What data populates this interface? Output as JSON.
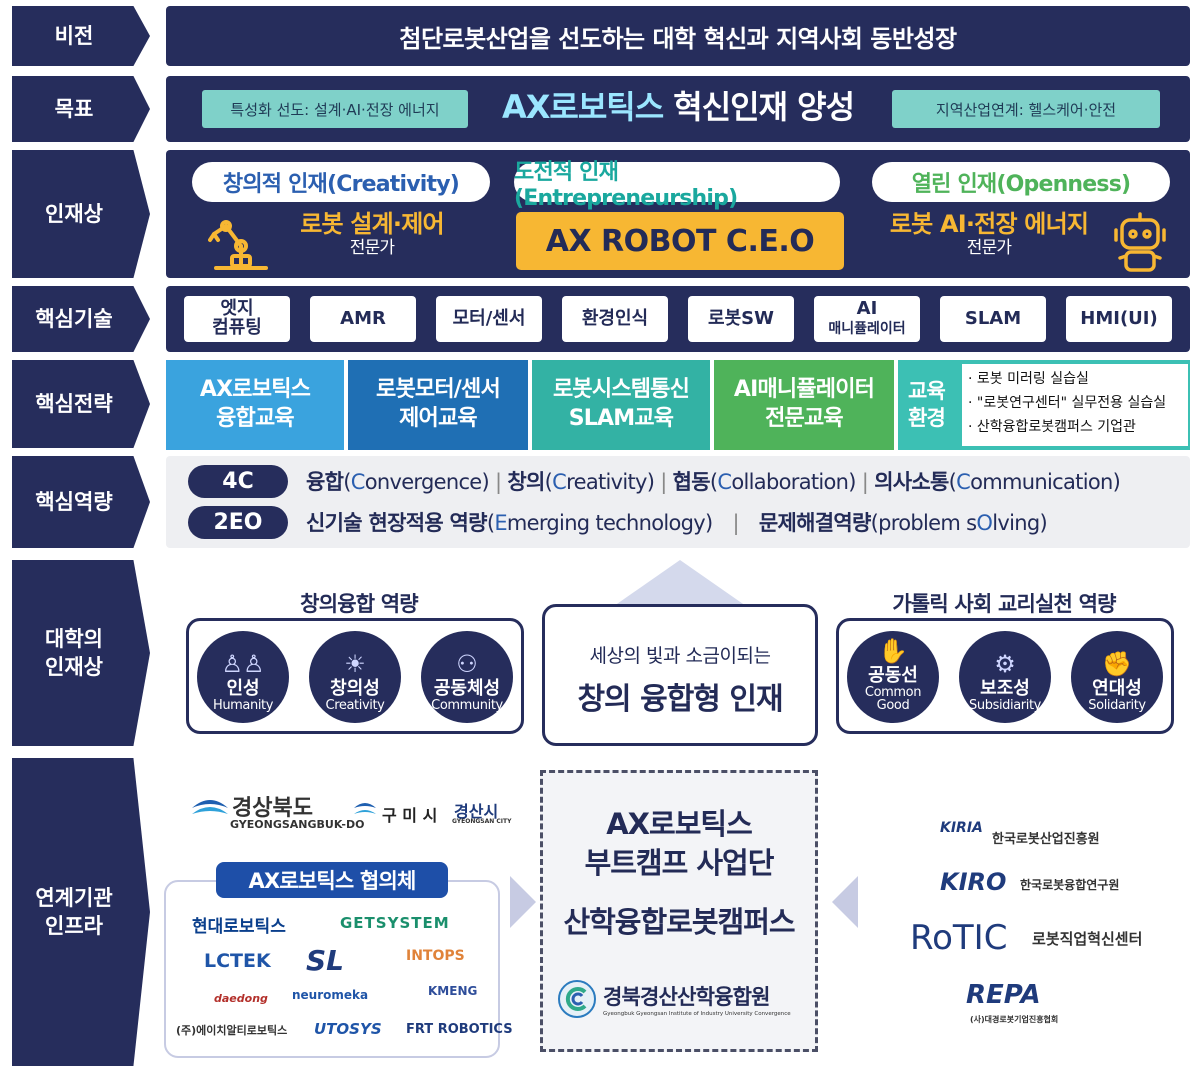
{
  "labels": {
    "vision": "비전",
    "goal": "목표",
    "talent": "인재상",
    "core_tech": "핵심기술",
    "core_strategy": "핵심전략",
    "core_competency": "핵심역량",
    "uni_talent": "대학의\n인재상",
    "partners": "연계기관\n인프라"
  },
  "vision": {
    "text": "첨단로봇산업을 선도하는 대학 혁신과 지역사회 동반성장"
  },
  "goal": {
    "left": "특성화 선도: 설계·AI·전장 에너지",
    "main_highlight": "AX로보틱스",
    "main_rest": " 혁신인재 양성",
    "right": "지역산업연계: 헬스케어·안전"
  },
  "talent": {
    "pills": [
      {
        "text": "창의적 인재(Creativity)"
      },
      {
        "text": "도전적 인재(Entrepreneurship)"
      },
      {
        "text": "열린 인재(Openness)"
      }
    ],
    "left_title": "로봇 설계·제어",
    "left_sub": "전문가",
    "center": "AX ROBOT C.E.O",
    "right_title": "로봇 AI·전장 에너지",
    "right_sub": "전문가"
  },
  "core_tech": {
    "items": [
      {
        "line1": "엣지",
        "line2": "컴퓨팅"
      },
      {
        "line1": "AMR",
        "line2": ""
      },
      {
        "line1": "모터/센서",
        "line2": ""
      },
      {
        "line1": "환경인식",
        "line2": ""
      },
      {
        "line1": "로봇SW",
        "line2": ""
      },
      {
        "line1": "AI",
        "line2": "매니퓰레이터"
      },
      {
        "line1": "SLAM",
        "line2": ""
      },
      {
        "line1": "HMI(UI)",
        "line2": ""
      }
    ]
  },
  "core_strategy": {
    "items": [
      {
        "line1": "AX로보틱스",
        "line2": "융합교육",
        "color": "#3aa3de"
      },
      {
        "line1": "로봇모터/센서",
        "line2": "제어교육",
        "color": "#1f6fb4"
      },
      {
        "line1": "로봇시스템통신",
        "line2": "SLAM교육",
        "color": "#33b2a4"
      },
      {
        "line1": "AI매니퓰레이터",
        "line2": "전문교육",
        "color": "#4fb35a"
      }
    ],
    "env_label1": "교육",
    "env_label2": "환경",
    "env_color": "#3cc0b4",
    "env_items": [
      "· 로봇 미러링 실습실",
      "· \"로봇연구센터\" 실무전용 실습실",
      "· 산학융합로봇캠퍼스 기업관"
    ]
  },
  "core_competency": {
    "tag1": "4C",
    "tag2": "2EO",
    "row1": [
      {
        "ko": "융합",
        "cap": "C",
        "rest": "onvergence"
      },
      {
        "ko": "창의",
        "cap": "C",
        "rest": "reativity"
      },
      {
        "ko": "협동",
        "cap": "C",
        "rest": "ollaboration"
      },
      {
        "ko": "의사소통",
        "cap": "C",
        "rest": "ommunication"
      }
    ],
    "row2": [
      {
        "ko": "신기술 현장적용 역량",
        "pre": "",
        "cap": "E",
        "rest": "merging technology"
      },
      {
        "ko": "문제해결역량",
        "pre": "problem s",
        "cap": "O",
        "rest": "lving"
      }
    ]
  },
  "uni_talent": {
    "left_title": "창의융합 역량",
    "right_title": "가톨릭 사회 교리실천 역량",
    "center_small": "세상의 빛과 소금이되는",
    "center_main": "창의 융합형 인재",
    "left_circles": [
      {
        "ko": "인성",
        "en": "Humanity",
        "icon": "people-icon"
      },
      {
        "ko": "창의성",
        "en": "Creativity",
        "icon": "lightbulb-icon"
      },
      {
        "ko": "공동체성",
        "en": "Community",
        "icon": "network-icon"
      }
    ],
    "right_circles": [
      {
        "ko": "공동선",
        "en": "Common\nGood",
        "icon": "handshake-icon"
      },
      {
        "ko": "보조성",
        "en": "Subsidiarity",
        "icon": "gears-icon"
      },
      {
        "ko": "연대성",
        "en": "Solidarity",
        "icon": "hands-icon"
      }
    ]
  },
  "partners": {
    "gov1": "경상북도",
    "gov1_en": "GYEONGSANGBUK-DO",
    "gov2": "구 미 시",
    "gov3": "경산시",
    "gov3_en": "GYEONGSAN CITY",
    "consortium_title": "AX로보틱스 협의체",
    "companies": [
      {
        "name": "현대로보틱스",
        "color": "#0a3f8c"
      },
      {
        "name": "GETSYSTEM",
        "color": "#1a8f6c"
      },
      {
        "name": "LCTEK",
        "color": "#1f55a8"
      },
      {
        "name": "SL",
        "color": "#1f3b7c"
      },
      {
        "name": "INTOPS",
        "color": "#e0833a"
      },
      {
        "name": "daedong",
        "color": "#b3302b"
      },
      {
        "name": "neuromeka",
        "color": "#1f55a8"
      },
      {
        "name": "KMENG",
        "color": "#2e4d9a"
      },
      {
        "name": "(주)에이치알티로보틱스",
        "color": "#333333"
      },
      {
        "name": "UTOSYS",
        "color": "#1f55a8"
      },
      {
        "name": "FRT ROBOTICS",
        "color": "#1f3b7c"
      }
    ],
    "center_line1": "AX로보틱스",
    "center_line2": "부트캠프 사업단",
    "center_line3": "산학융합로봇캠퍼스",
    "center_line4": "경북경산산학융합원",
    "center_line4_en": "Gyeongbuk Gyeongsan Institute of Industry University Convergence",
    "institutes": [
      {
        "logo": "KIRIA",
        "name": "한국로봇산업진흥원"
      },
      {
        "logo": "KIRO",
        "name": "한국로봇융합연구원"
      },
      {
        "logo": "RoTIC",
        "name": "로봇직업혁신센터"
      },
      {
        "logo": "REPA",
        "name": "(사)대경로봇기업진흥협회"
      }
    ]
  }
}
